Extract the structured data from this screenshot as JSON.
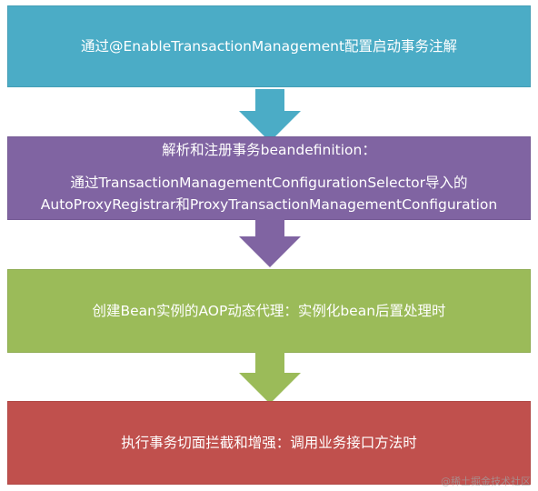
{
  "steps": [
    {
      "lines": [
        "通过@EnableTransactionManagement配置启动事务注解"
      ],
      "color": "#4bacc6"
    },
    {
      "lines": [
        "解析和注册事务beandefinition：",
        "通过TransactionManagementConfigurationSelector导入的",
        "AutoProxyRegistrar和ProxyTransactionManagementConfiguration"
      ],
      "color": "#8064a2"
    },
    {
      "lines": [
        "创建Bean实例的AOP动态代理：实例化bean后置处理时"
      ],
      "color": "#9bbb59"
    },
    {
      "lines": [
        "执行事务切面拦截和增强：调用业务接口方法时"
      ],
      "color": "#c0504d"
    }
  ],
  "arrows": [
    {
      "color": "#4bacc6"
    },
    {
      "color": "#8064a2"
    },
    {
      "color": "#9bbb59"
    }
  ],
  "watermark": "@稀土掘金技术社区"
}
